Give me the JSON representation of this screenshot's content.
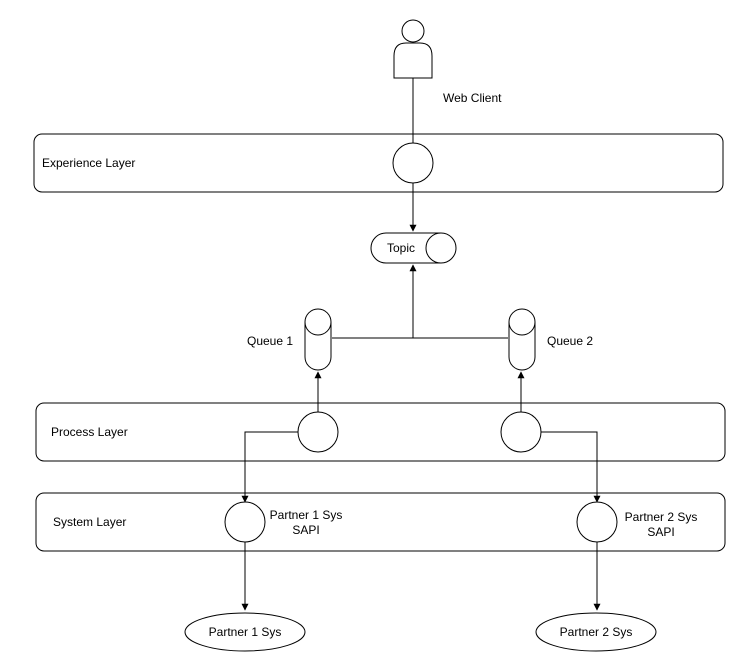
{
  "web_client": {
    "label": "Web Client"
  },
  "layers": {
    "experience": "Experience Layer",
    "process": "Process Layer",
    "system": "System Layer"
  },
  "topic": {
    "label": "Topic"
  },
  "queues": {
    "q1": "Queue 1",
    "q2": "Queue 2"
  },
  "sapis": {
    "p1": {
      "line1": "Partner 1 Sys",
      "line2": "SAPI"
    },
    "p2": {
      "line1": "Partner 2 Sys",
      "line2": "SAPI"
    }
  },
  "systems": {
    "p1": "Partner 1 Sys",
    "p2": "Partner 2 Sys"
  }
}
